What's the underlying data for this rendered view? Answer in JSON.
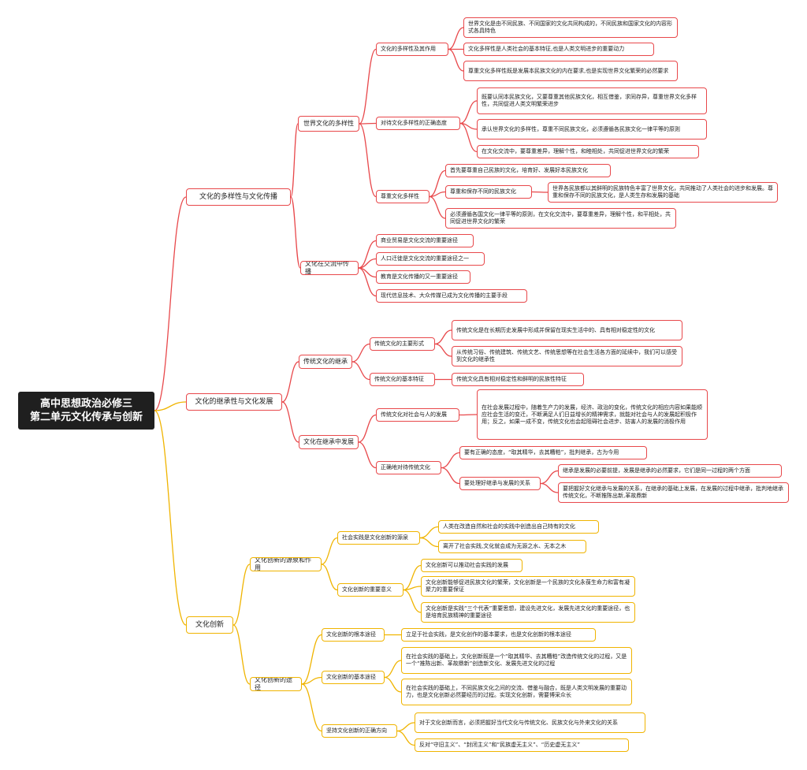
{
  "root": {
    "line1": "高中思想政治必修三",
    "line2": "第二单元文化传承与创新"
  },
  "branch1": {
    "label": "文化的多样性与文化传播",
    "world": {
      "label": "世界文化的多样性",
      "forms": {
        "label": "文化的多样性及其作用",
        "items": [
          "世界文化是由不同民族、不同国家的文化共同构成的，不同民族和国家文化的内容形式各具特色",
          "文化多样性是人类社会的基本特征,也是人类文明进步的重要动力",
          "尊重文化多样性既是发展本民族文化的内在要求,也是实现世界文化繁荣的必然要求"
        ]
      },
      "attitude": {
        "label": "对待文化多样性的正确态度",
        "items": [
          "既要认同本民族文化，又要尊重其他民族文化，相互借鉴，求同存异，尊重世界文化多样性，共同促进人类文明繁荣进步",
          "承认世界文化的多样性，尊重不同民族文化，必须遵循各民族文化一律平等的原则",
          "在文化交流中，要尊重差异，理解个性，和睦相处，共同促进世界文化的繁荣"
        ]
      },
      "respect": {
        "label": "尊重文化多样性",
        "items": [
          "首先要尊重自己民族的文化，培育好、发展好本民族文化",
          "尊重和保存不同的民族文化",
          "必须遵循各国文化一律平等的原则，在文化交流中，要尊重差异，理解个性，和平相处，共同促进世界文化的繁荣"
        ],
        "sub": "世界各民族都以其鲜明的民族特色丰富了世界文化，共同推动了人类社会的进步和发展。尊重和保存不同的民族文化，是人类生存和发展的基础"
      }
    },
    "exchange": {
      "label": "文化在交流中传播",
      "items": [
        "商业贸易是文化交流的重要途径",
        "人口迁徙是文化交流的重要途径之一",
        "教育是文化传播的又一重要途径",
        "现代信息技术、大众传媒已成为文化传播的主要手段"
      ]
    }
  },
  "branch2": {
    "label": "文化的继承性与文化发展",
    "inherit": {
      "label": "传统文化的继承",
      "forms": {
        "label": "传统文化的主要形式",
        "items": [
          "传统文化是在长期历史发展中形成并保留在现实生活中的、具有相对稳定性的文化",
          "从传统习俗、传统建筑、传统文艺、传统思想等在社会生活各方面的延续中，我们可以感受到文化的继承性"
        ]
      },
      "feature": {
        "label": "传统文化的基本特征",
        "item": "传统文化具有相对稳定性和鲜明的民族性特征"
      }
    },
    "develop": {
      "label": "文化在继承中发展",
      "role": {
        "label": "传统文化对社会与人的发展",
        "item": "在社会发展过程中，随着生产力的发展，经济、政治的变化，传统文化的相应内容如果能顺应社会生活的变迁，不断满足人们日益增长的精神需求，就能对社会与人的发展起积极作用；反之，如果一成不变，传统文化也会起阻碍社会进步、妨害人的发展的消极作用"
      },
      "treat": {
        "label": "正确地对待传统文化",
        "item1": "要有正确的态度，“取其精华，去其糟粕”，批判继承，古为今用",
        "relation": {
          "label": "要处理好继承与发展的关系",
          "items": [
            "继承是发展的必要前提，发展是继承的必然要求，它们是同一过程的两个方面",
            "要把握好文化继承与发展的关系，在继承的基础上发展，在发展的过程中继承，批判地继承传统文化，不断推陈出新,革故鼎新"
          ]
        }
      }
    }
  },
  "branch3": {
    "label": "文化创新",
    "source": {
      "label": "文化创新的源泉和作用",
      "practice": {
        "label": "社会实践是文化创新的源泉",
        "items": [
          "人类在改造自然和社会的实践中创造出自己特有的文化",
          "离开了社会实践,文化就会成为无源之水、无本之木"
        ]
      },
      "meaning": {
        "label": "文化创新的重要意义",
        "items": [
          "文化创新可以推动社会实践的发展",
          "文化创新能够促进民族文化的繁荣，文化创新是一个民族的文化永葆生命力和富有凝聚力的重要保证",
          "文化创新是实践“三个代表”重要思想，建设先进文化，发展先进文化的重要途径，也是培育民族精神的重要途径"
        ]
      }
    },
    "path": {
      "label": "文化创新的途径",
      "root": {
        "label": "文化创新的根本途径",
        "item": "立足于社会实践，是文化创作的基本要求，也是文化创新的根本途径"
      },
      "basic": {
        "label": "文化创新的基本途径",
        "items": [
          "在社会实践的基础上，文化创新既是一个“取其精华、去其糟粕”改造传统文化的过程，又是一个“推陈出新、革故鼎新”创造新文化、发展先进文化的过程",
          "在社会实践的基础上，不同民族文化之间的交流、借鉴与融合，既是人类文明发展的重要动力，也是文化创新必然要经历的过程。实现文化创新，需要博采众长"
        ]
      },
      "direction": {
        "label": "坚持文化创新的正确方向",
        "items": [
          "对于文化创新而言，必须把握好当代文化与传统文化、民族文化与外来文化的关系",
          "反对“守旧主义”、“封闭主义”和“民族虚无主义”、“历史虚无主义”"
        ]
      }
    }
  }
}
